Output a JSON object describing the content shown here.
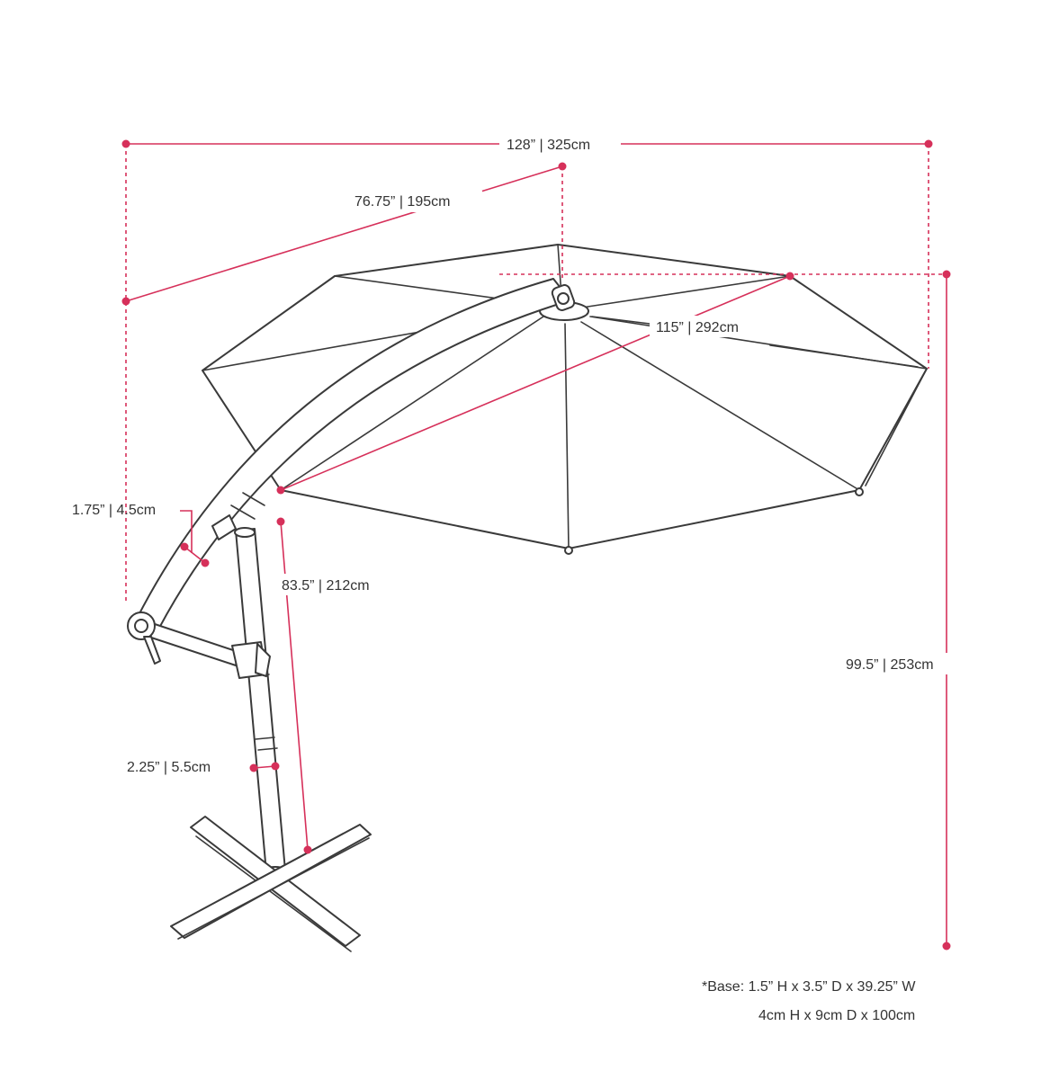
{
  "accent_color": "#d6305a",
  "line_color": "#3a3a3a",
  "dimensions": {
    "overall_width": "128” | 325cm",
    "canopy_radius": "76.75” | 195cm",
    "canopy_diameter": "115” | 292cm",
    "arm_width": "1.75” | 4.5cm",
    "clearance_height": "83.5” | 212cm",
    "total_height": "99.5” | 253cm",
    "pole_diameter": "2.25” | 5.5cm"
  },
  "base_note": {
    "line1": "*Base: 1.5” H x 3.5” D x 39.25” W",
    "line2": "4cm H x 9cm D x 100cm"
  }
}
